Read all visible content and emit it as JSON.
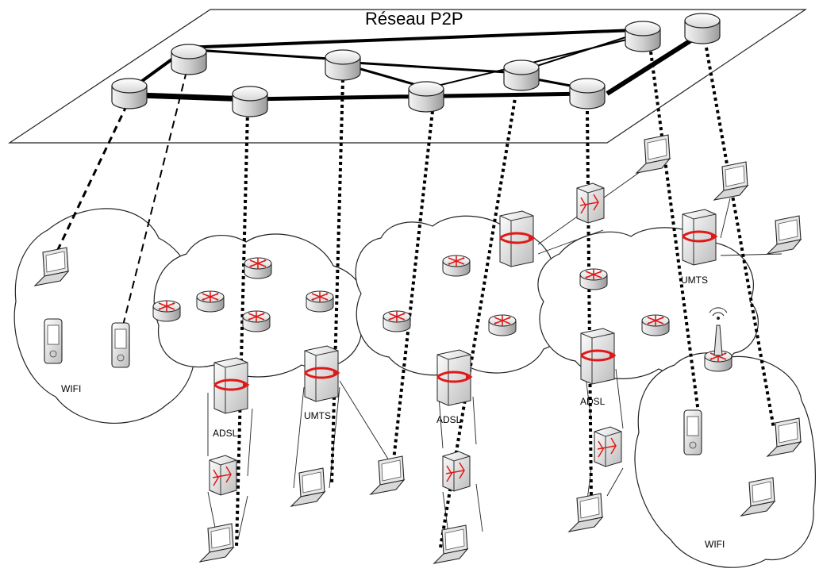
{
  "title": "Réseau P2P",
  "labels": {
    "wifi_left": "WIFI",
    "wifi_right": "WIFI",
    "adsl_1": "ADSL",
    "adsl_2": "ADSL",
    "adsl_3": "ADSL",
    "umts_1": "UMTS",
    "umts_2": "UMTS"
  },
  "colors": {
    "line": "#000000",
    "accent": "#e01818",
    "device_fill": "#e8e8e8"
  }
}
